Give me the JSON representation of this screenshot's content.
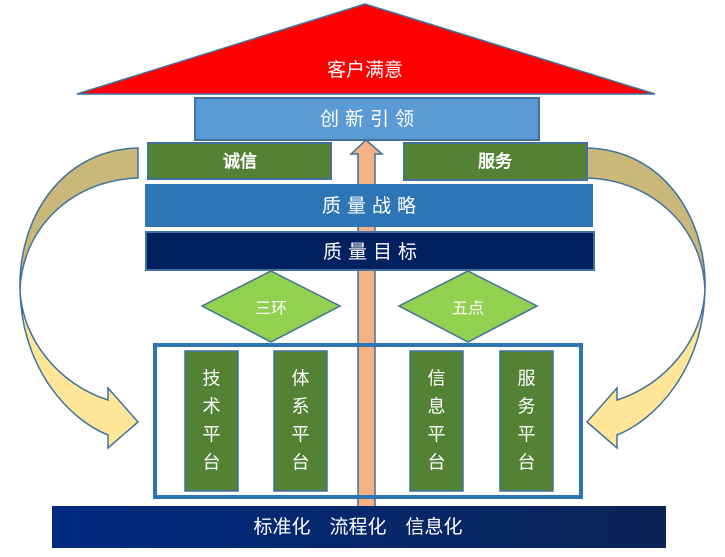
{
  "roof": {
    "label": "客户满意",
    "color": "#ff0000"
  },
  "innovation": {
    "label": "创 新 引 领"
  },
  "values": {
    "left": "诚信",
    "right": "服务"
  },
  "strategy": {
    "label": "质 量 战 略"
  },
  "goal": {
    "label": "质 量 目 标"
  },
  "diamonds": {
    "left": "三环",
    "right": "五点"
  },
  "pillars": [
    {
      "chars": [
        "技",
        "术",
        "平",
        "台"
      ]
    },
    {
      "chars": [
        "体",
        "系",
        "平",
        "台"
      ]
    },
    {
      "chars": [
        "信",
        "息",
        "平",
        "台"
      ]
    },
    {
      "chars": [
        "服",
        "务",
        "平",
        "台"
      ]
    }
  ],
  "foundation": {
    "label": "标准化　流程化　信息化"
  }
}
